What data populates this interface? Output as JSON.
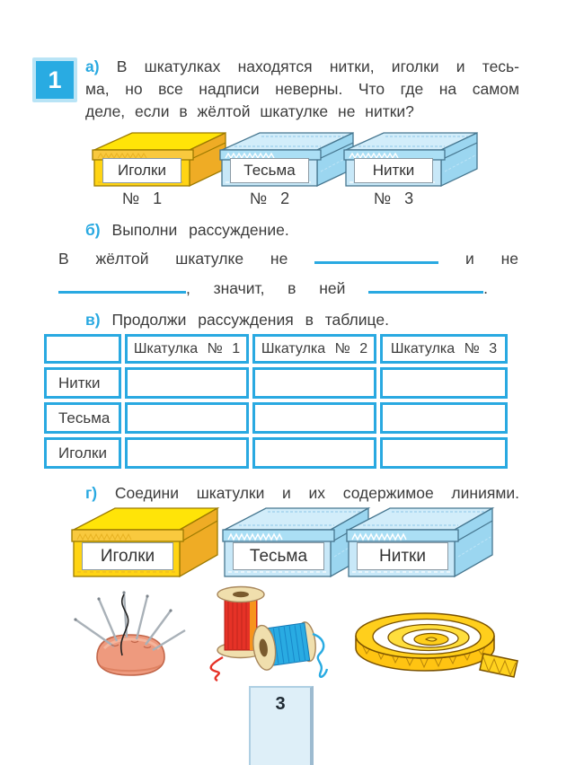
{
  "colors": {
    "accent": "#29A9E1",
    "badge_blue": "#29ABE2",
    "text": "#3C3C3C",
    "yellow_box": "#FFD414",
    "blue_box": "#C8E8F8",
    "page_box_bg": "#DEEFF8"
  },
  "exercise": {
    "number": "1"
  },
  "tasks": {
    "a": {
      "letter": "а)",
      "line1": "В шкатулках находятся нитки, иголки и тесь-",
      "line2": "ма, но все надписи неверны. Что где на самом",
      "line3": "деле, если в жёлтой шкатулке не нитки?"
    },
    "b": {
      "letter": "б)",
      "title": "Выполни рассуждение.",
      "s1": "В жёлтой шкатулке не",
      "s2": "и не",
      "s3": ", значит, в ней",
      "s4": "."
    },
    "v": {
      "letter": "в)",
      "title": "Продолжи рассуждения в таблице."
    },
    "g": {
      "letter": "г)",
      "title": "Соедини шкатулки и их содержимое линиями."
    }
  },
  "boxes_row1": [
    {
      "label": "Иголки",
      "number": "№ 1",
      "color": "yellow"
    },
    {
      "label": "Тесьма",
      "number": "№ 2",
      "color": "blue"
    },
    {
      "label": "Нитки",
      "number": "№ 3",
      "color": "blue"
    }
  ],
  "boxes_row2": [
    {
      "label": "Иголки",
      "color": "yellow"
    },
    {
      "label": "Тесьма",
      "color": "blue"
    },
    {
      "label": "Нитки",
      "color": "blue"
    }
  ],
  "table": {
    "headers": [
      "",
      "Шкатулка № 1",
      "Шкатулка № 2",
      "Шкатулка № 3"
    ],
    "row_labels": [
      "Нитки",
      "Тесьма",
      "Иголки"
    ]
  },
  "illustrations": [
    {
      "name": "pincushion-with-needles"
    },
    {
      "name": "thread-spools"
    },
    {
      "name": "braid-roll"
    }
  ],
  "page": {
    "number": "3"
  }
}
